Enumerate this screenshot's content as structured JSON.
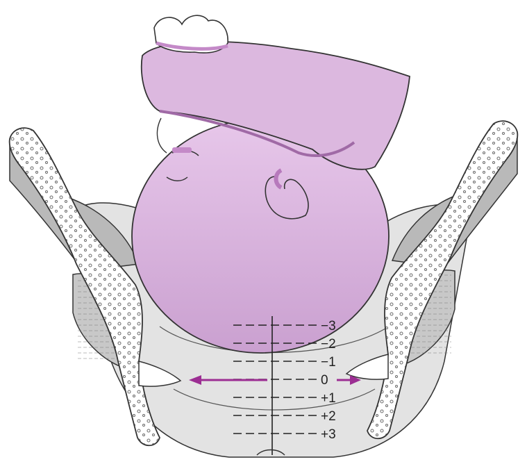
{
  "figure": {
    "stations": [
      {
        "label": "−3",
        "value": -3
      },
      {
        "label": "−2",
        "value": -2
      },
      {
        "label": "−1",
        "value": -1
      },
      {
        "label": "0",
        "value": 0
      },
      {
        "label": "+1",
        "value": 1
      },
      {
        "label": "+2",
        "value": 2
      },
      {
        "label": "+3",
        "value": 3
      }
    ],
    "colors": {
      "fetal_head": "#d9b3dc",
      "fetal_head_dark": "#c48ac8",
      "accent_arrow": "#9c2e93",
      "pelvis_soft_tissue": "#e3e3e3",
      "bone": "#ffffff",
      "muscle": "#b9b9b9",
      "outline": "#333333"
    }
  }
}
